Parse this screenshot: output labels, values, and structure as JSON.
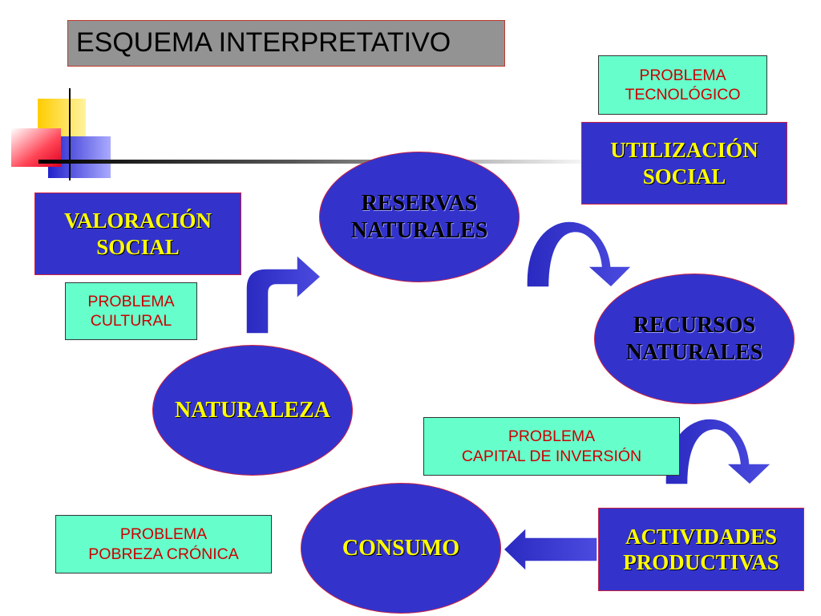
{
  "title": "ESQUEMA INTERPRETATIVO",
  "colors": {
    "blue_fill": "#3333cc",
    "green_fill": "#66ffcc",
    "yellow_text": "#ffff00",
    "red_text": "#cc0000"
  },
  "boxes": {
    "valoracion": {
      "line1": "VALORACIÓN",
      "line2": "SOCIAL"
    },
    "utilizacion": {
      "line1": "UTILIZACIÓN",
      "line2": "SOCIAL"
    },
    "actividades": {
      "line1": "ACTIVIDADES",
      "line2": "PRODUCTIVAS"
    }
  },
  "problems": {
    "tecnologico": {
      "line1": "PROBLEMA",
      "line2": "TECNOLÓGICO"
    },
    "cultural": {
      "line1": "PROBLEMA",
      "line2": "CULTURAL"
    },
    "capital": {
      "line1": "PROBLEMA",
      "line2": "CAPITAL DE INVERSIÓN"
    },
    "pobreza": {
      "line1": "PROBLEMA",
      "line2": "POBREZA CRÓNICA"
    }
  },
  "nodes": {
    "reservas": {
      "line1": "RESERVAS",
      "line2": "NATURALES"
    },
    "recursos": {
      "line1": "RECURSOS",
      "line2": "NATURALES"
    },
    "naturaleza": {
      "label": "NATURALEZA"
    },
    "consumo": {
      "label": "CONSUMO"
    }
  }
}
